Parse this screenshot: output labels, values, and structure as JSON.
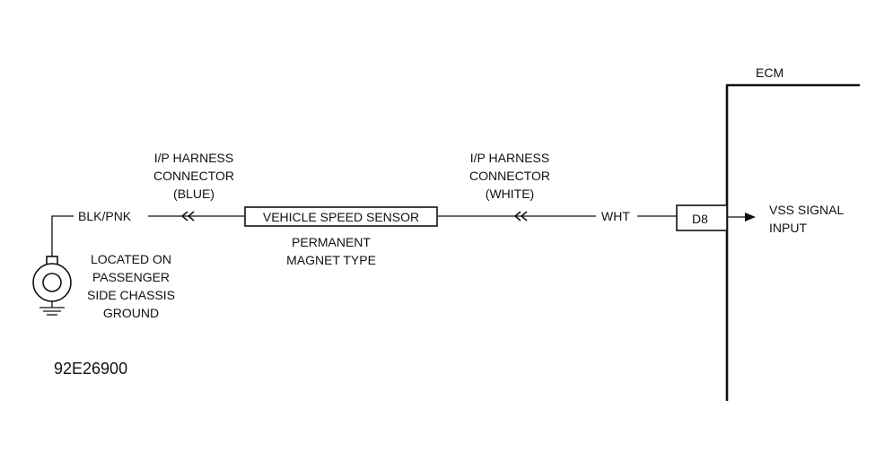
{
  "ecm": {
    "label": "ECM",
    "pin": "D8",
    "signal_lines": [
      "VSS SIGNAL",
      "INPUT"
    ]
  },
  "wires": {
    "ecm_side_color": "WHT",
    "ground_side_color": "BLK/PNK"
  },
  "connectors": {
    "white": [
      "I/P HARNESS",
      "CONNECTOR",
      "(WHITE)"
    ],
    "blue": [
      "I/P HARNESS",
      "CONNECTOR",
      "(BLUE)"
    ]
  },
  "sensor": {
    "label": "VEHICLE SPEED SENSOR",
    "type_lines": [
      "PERMANENT",
      "MAGNET TYPE"
    ]
  },
  "ground": {
    "lines": [
      "LOCATED ON",
      "PASSENGER",
      "SIDE CHASSIS",
      "GROUND"
    ]
  },
  "figure_id": "92E26900",
  "colors": {
    "ink": "#111111",
    "background": "#ffffff"
  }
}
